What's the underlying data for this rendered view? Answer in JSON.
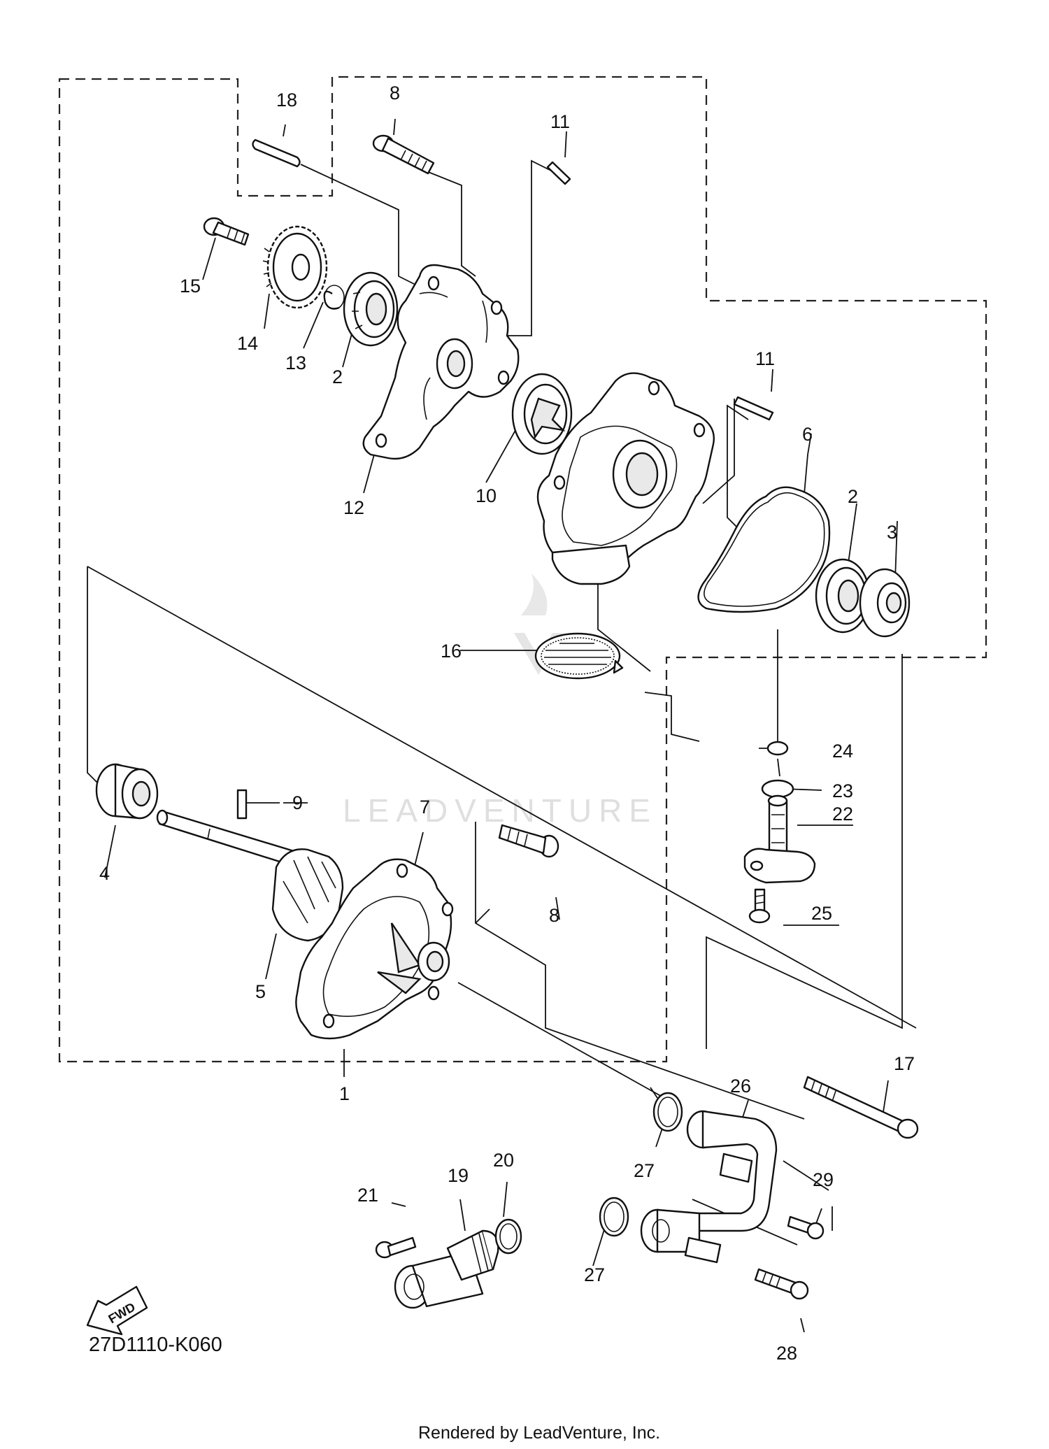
{
  "diagram": {
    "callouts": {
      "c1": "1",
      "c2a": "2",
      "c2b": "2",
      "c3": "3",
      "c4": "4",
      "c5": "5",
      "c6": "6",
      "c7": "7",
      "c8a": "8",
      "c8b": "8",
      "c9": "9",
      "c10": "10",
      "c11a": "11",
      "c11b": "11",
      "c12": "12",
      "c13": "13",
      "c14": "14",
      "c15": "15",
      "c16": "16",
      "c17": "17",
      "c18": "18",
      "c19": "19",
      "c20": "20",
      "c21": "21",
      "c22": "22",
      "c23": "23",
      "c24": "24",
      "c25": "25",
      "c26": "26",
      "c27a": "27",
      "c27b": "27",
      "c28": "28",
      "c29": "29"
    },
    "fwd_label": "FWD",
    "diagram_code": "27D1110-K060",
    "watermark": "LEADVENTURE",
    "footer": "Rendered by LeadVenture, Inc."
  }
}
